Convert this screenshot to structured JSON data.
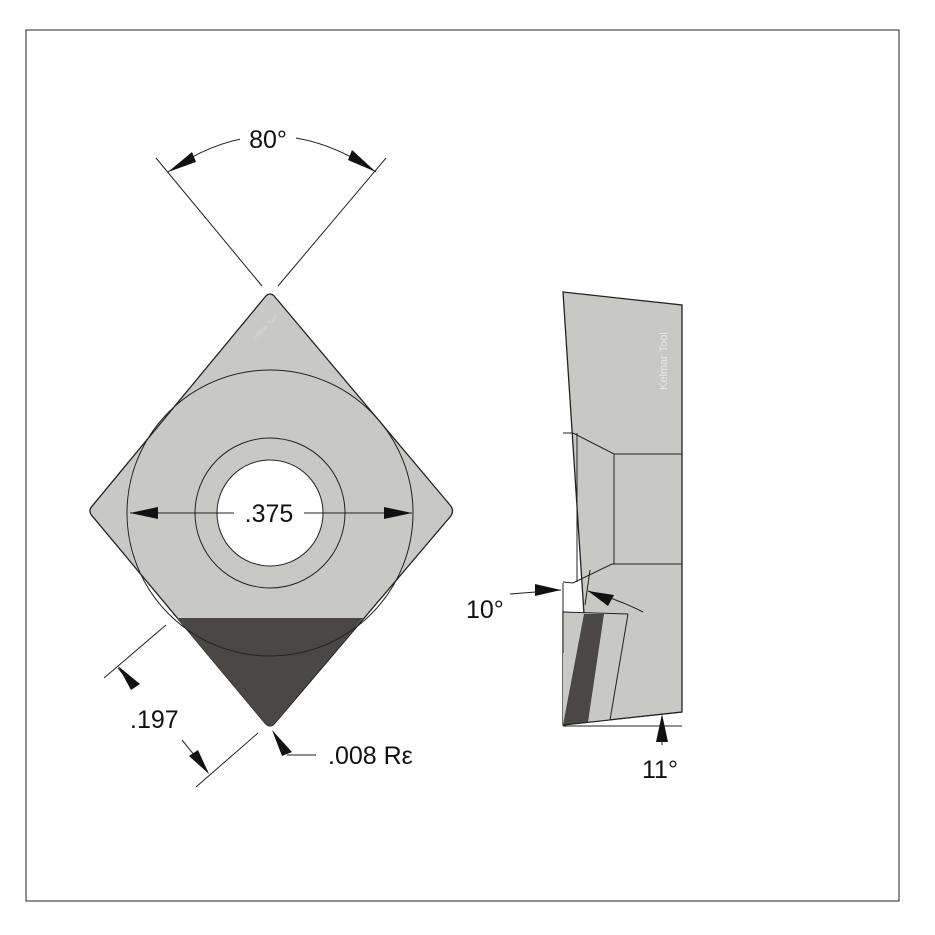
{
  "dimensions": {
    "included_angle": "80°",
    "hole_diameter": ".375",
    "edge_length": ".197",
    "corner_radius": ".008 Rε",
    "top_clearance": "10°",
    "side_clearance": "11°"
  },
  "watermark": "Kelmar Tool",
  "colors": {
    "body": "#c8c8c6",
    "tip": "#4a4845",
    "outline": "#222222"
  }
}
